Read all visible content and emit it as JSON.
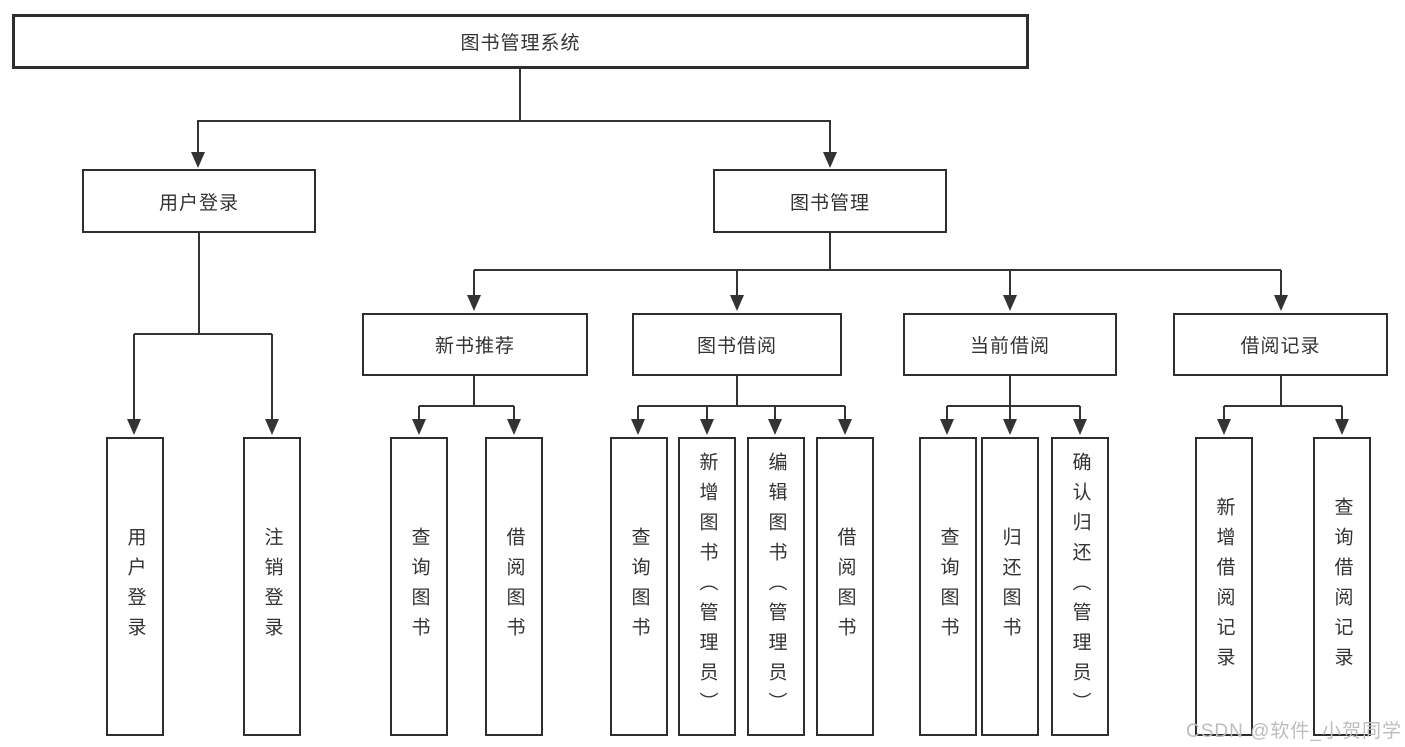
{
  "diagram": {
    "type": "hierarchy-tree",
    "tree": {
      "label": "图书管理系统",
      "children": [
        {
          "label": "用户登录",
          "children": [
            {
              "label": "用户登录"
            },
            {
              "label": "注销登录"
            }
          ]
        },
        {
          "label": "图书管理",
          "children": [
            {
              "label": "新书推荐",
              "children": [
                {
                  "label": "查询图书"
                },
                {
                  "label": "借阅图书"
                }
              ]
            },
            {
              "label": "图书借阅",
              "children": [
                {
                  "label": "查询图书"
                },
                {
                  "label": "新增图书（管理员）"
                },
                {
                  "label": "编辑图书（管理员）"
                },
                {
                  "label": "借阅图书"
                }
              ]
            },
            {
              "label": "当前借阅",
              "children": [
                {
                  "label": "查询图书"
                },
                {
                  "label": "归还图书"
                },
                {
                  "label": "确认归还（管理员）"
                }
              ]
            },
            {
              "label": "借阅记录",
              "children": [
                {
                  "label": "新增借阅记录"
                },
                {
                  "label": "查询借阅记录"
                }
              ]
            }
          ]
        }
      ]
    },
    "colors": {
      "line": "#333333",
      "border": "#2e2e2e",
      "text": "#333333",
      "background": "#ffffff"
    }
  },
  "watermark": {
    "text": "CSDN @软件_小贺同学",
    "color": "#bdbdbd"
  }
}
